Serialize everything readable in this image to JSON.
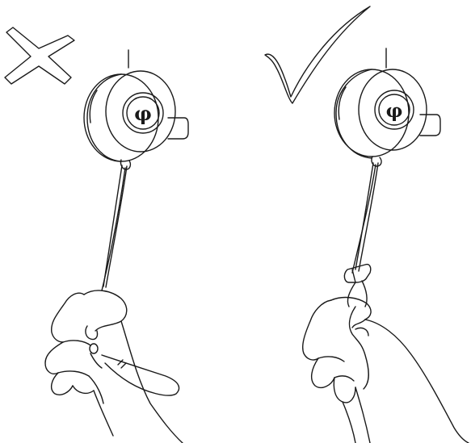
{
  "panels": [
    {
      "id": "incorrect",
      "marker_icon": "cross-mark-icon",
      "device_icon": "reel-device-icon",
      "logo_icon": "brand-logo-icon",
      "hold": "hand-holding-wrist-strap-end"
    },
    {
      "id": "correct",
      "marker_icon": "check-mark-icon",
      "device_icon": "reel-device-icon",
      "logo_icon": "brand-logo-icon",
      "hold": "hand-holding-cord-stopper"
    }
  ],
  "colors": {
    "stroke": "#1a1a1a",
    "background": "#ffffff"
  }
}
